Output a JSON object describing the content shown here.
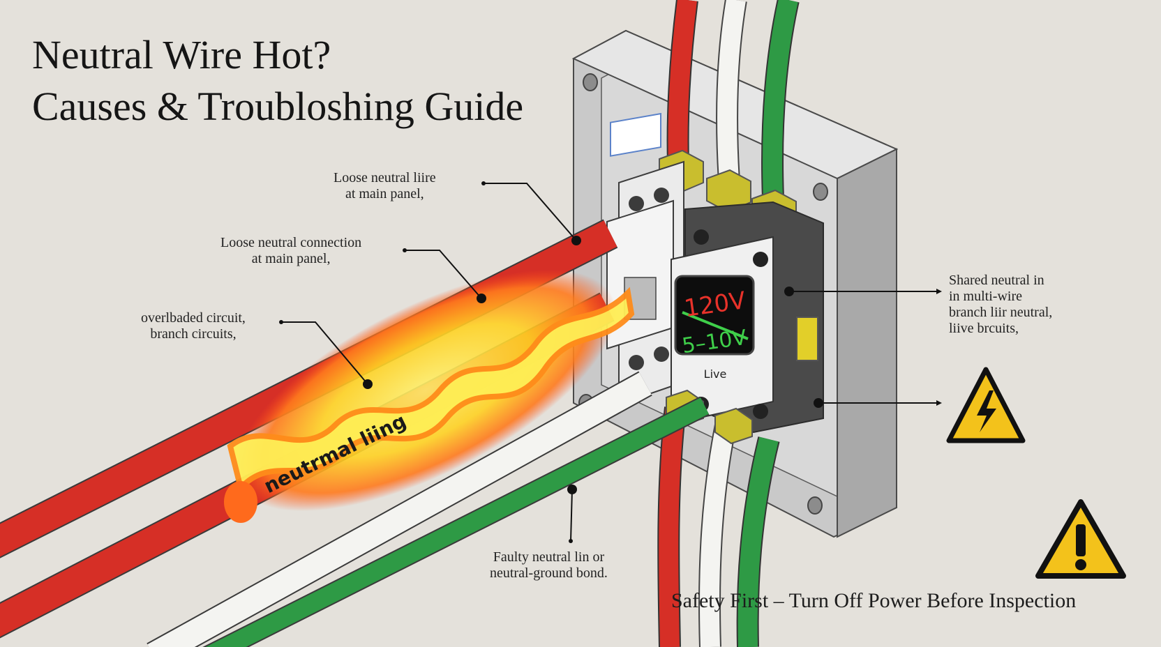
{
  "title": {
    "line1": "Neutral Wire Hot?",
    "line2": "Causes & Troubloshing Guide"
  },
  "callouts": [
    {
      "line1": "Loose neutral liire",
      "line2": "at main panel,"
    },
    {
      "line1": "Loose neutral connection",
      "line2": "at main panel,"
    },
    {
      "line1": "overlbaded circuit,",
      "line2": "branch circuits,"
    },
    {
      "line1": "Shared neutral in",
      "line2": "in multi-wire",
      "line3": "branch liir neutral,",
      "line4": "liive brcuits,"
    },
    {
      "line1": "Faulty neutral lin or",
      "line2": "neutral-ground bond."
    }
  ],
  "wire_label": "neutrmal liing",
  "meter": {
    "reading_top": "120V",
    "reading_bottom": "5–10V",
    "caption": "Live"
  },
  "footer": "Safety First – Turn Off Power Before Inspection",
  "icons": [
    "high-voltage-warning-icon",
    "caution-warning-icon"
  ],
  "colors": {
    "background": "#e4e1db",
    "hot_wire": "#d62f26",
    "neutral_wire": "#f4f4f1",
    "ground_wire": "#2e9a45",
    "terminal": "#c9be2e",
    "warning": "#f3c21b",
    "meter_red": "#e8322a",
    "meter_green": "#3fcf4a"
  }
}
